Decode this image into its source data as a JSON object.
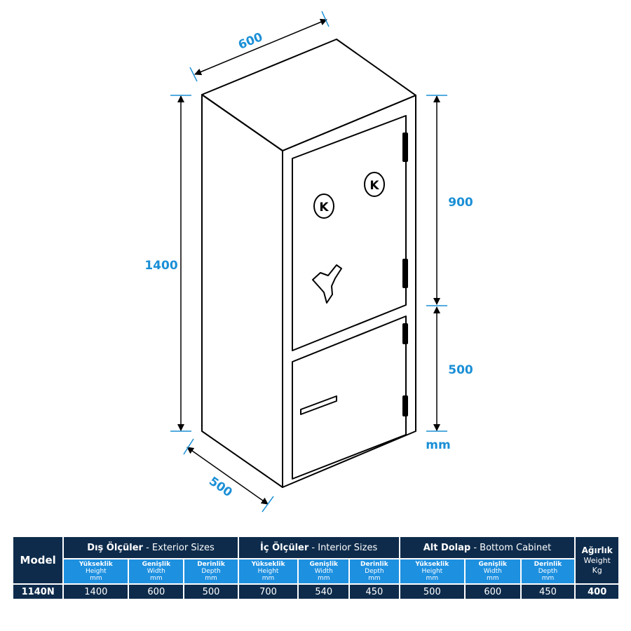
{
  "diagram": {
    "dimensions": {
      "top_width": "600",
      "height": "1400",
      "depth": "500",
      "upper_section": "900",
      "lower_section": "500",
      "unit": "mm"
    },
    "keyhole_letter": "K"
  },
  "table": {
    "model_header": "Model",
    "groups": [
      {
        "tr": "Dış Ölçüler",
        "en": "- Exterior Sizes"
      },
      {
        "tr": "İç Ölçüler",
        "en": "- Interior Sizes"
      },
      {
        "tr": "Alt Dolap",
        "en": "- Bottom Cabinet"
      }
    ],
    "weight_header": {
      "tr": "Ağırlık",
      "en": "Weight",
      "unit": "Kg"
    },
    "sub_headers": [
      {
        "tr": "Yükseklik",
        "en": "Height",
        "unit": "mm"
      },
      {
        "tr": "Genişlik",
        "en": "Width",
        "unit": "mm"
      },
      {
        "tr": "Derinlik",
        "en": "Depth",
        "unit": "mm"
      }
    ],
    "row": {
      "model": "1140N",
      "exterior": [
        "1400",
        "600",
        "500"
      ],
      "interior": [
        "700",
        "540",
        "450"
      ],
      "bottom": [
        "500",
        "600",
        "450"
      ],
      "weight": "400"
    }
  },
  "colors": {
    "accent": "#1a8fd6",
    "table_dark": "#0e2b4b",
    "table_sub": "#1e90e0"
  }
}
